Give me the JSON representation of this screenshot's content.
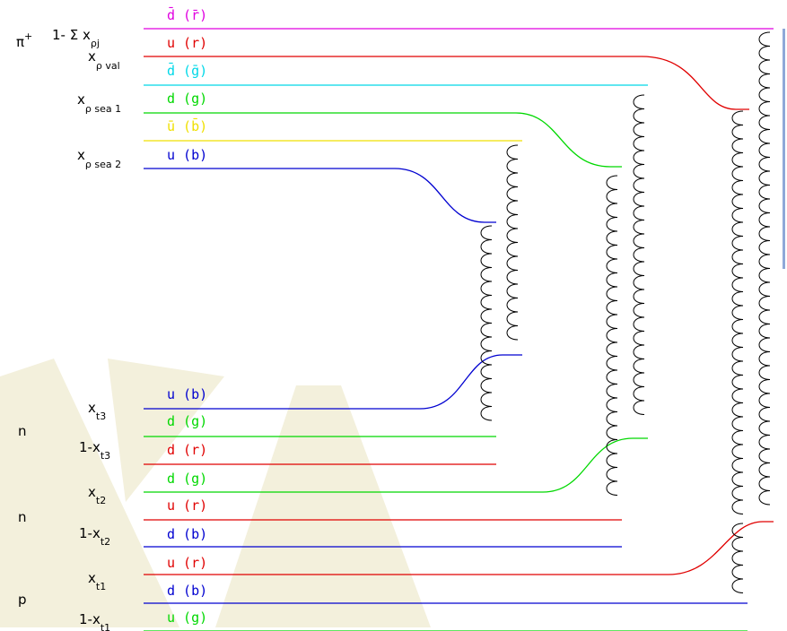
{
  "colors": {
    "magenta": "#e000e0",
    "red": "#e00000",
    "cyan": "#00d8e8",
    "green": "#00d800",
    "yellow": "#f0e000",
    "blue": "#0000d0",
    "gluon": "#000000",
    "watermark": "#f3f0dc",
    "scroll": "#8fa8d8"
  },
  "pion_labels": {
    "pi": "π",
    "pi_sup": "+",
    "sum": "1- Σ x",
    "sum_sub": "ρj",
    "x_val": "x",
    "x_val_sub": "ρ val",
    "x_sea1": "x",
    "x_sea1_sub": "ρ sea 1",
    "x_sea2": "x",
    "x_sea2_sub": "ρ sea 2"
  },
  "pion_lines": [
    {
      "label": "d̄ (r̄)",
      "color": "magenta"
    },
    {
      "label": "u (r)",
      "color": "red"
    },
    {
      "label": "d̄ (ḡ)",
      "color": "cyan"
    },
    {
      "label": "d (g)",
      "color": "green"
    },
    {
      "label": "ū (b̄)",
      "color": "yellow"
    },
    {
      "label": "u (b)",
      "color": "blue"
    }
  ],
  "target_lines": [
    {
      "label": "u (b)",
      "color": "blue"
    },
    {
      "label": "d (g)",
      "color": "green"
    },
    {
      "label": "d (r)",
      "color": "red"
    },
    {
      "label": "d (g)",
      "color": "green"
    },
    {
      "label": "u (r)",
      "color": "red"
    },
    {
      "label": "d (b)",
      "color": "blue"
    },
    {
      "label": "u (r)",
      "color": "red"
    },
    {
      "label": "d (b)",
      "color": "blue"
    },
    {
      "label": "u (g)",
      "color": "green"
    }
  ],
  "nucleon_labels": [
    "n",
    "n",
    "p"
  ],
  "target_x_labels": [
    {
      "pre": "x",
      "sub": "t3"
    },
    {
      "pre": "1-x",
      "sub": "t3"
    },
    {
      "pre": "x",
      "sub": "t2"
    },
    {
      "pre": "1-x",
      "sub": "t2"
    },
    {
      "pre": "x",
      "sub": "t1"
    },
    {
      "pre": "1-x",
      "sub": "t1"
    }
  ]
}
